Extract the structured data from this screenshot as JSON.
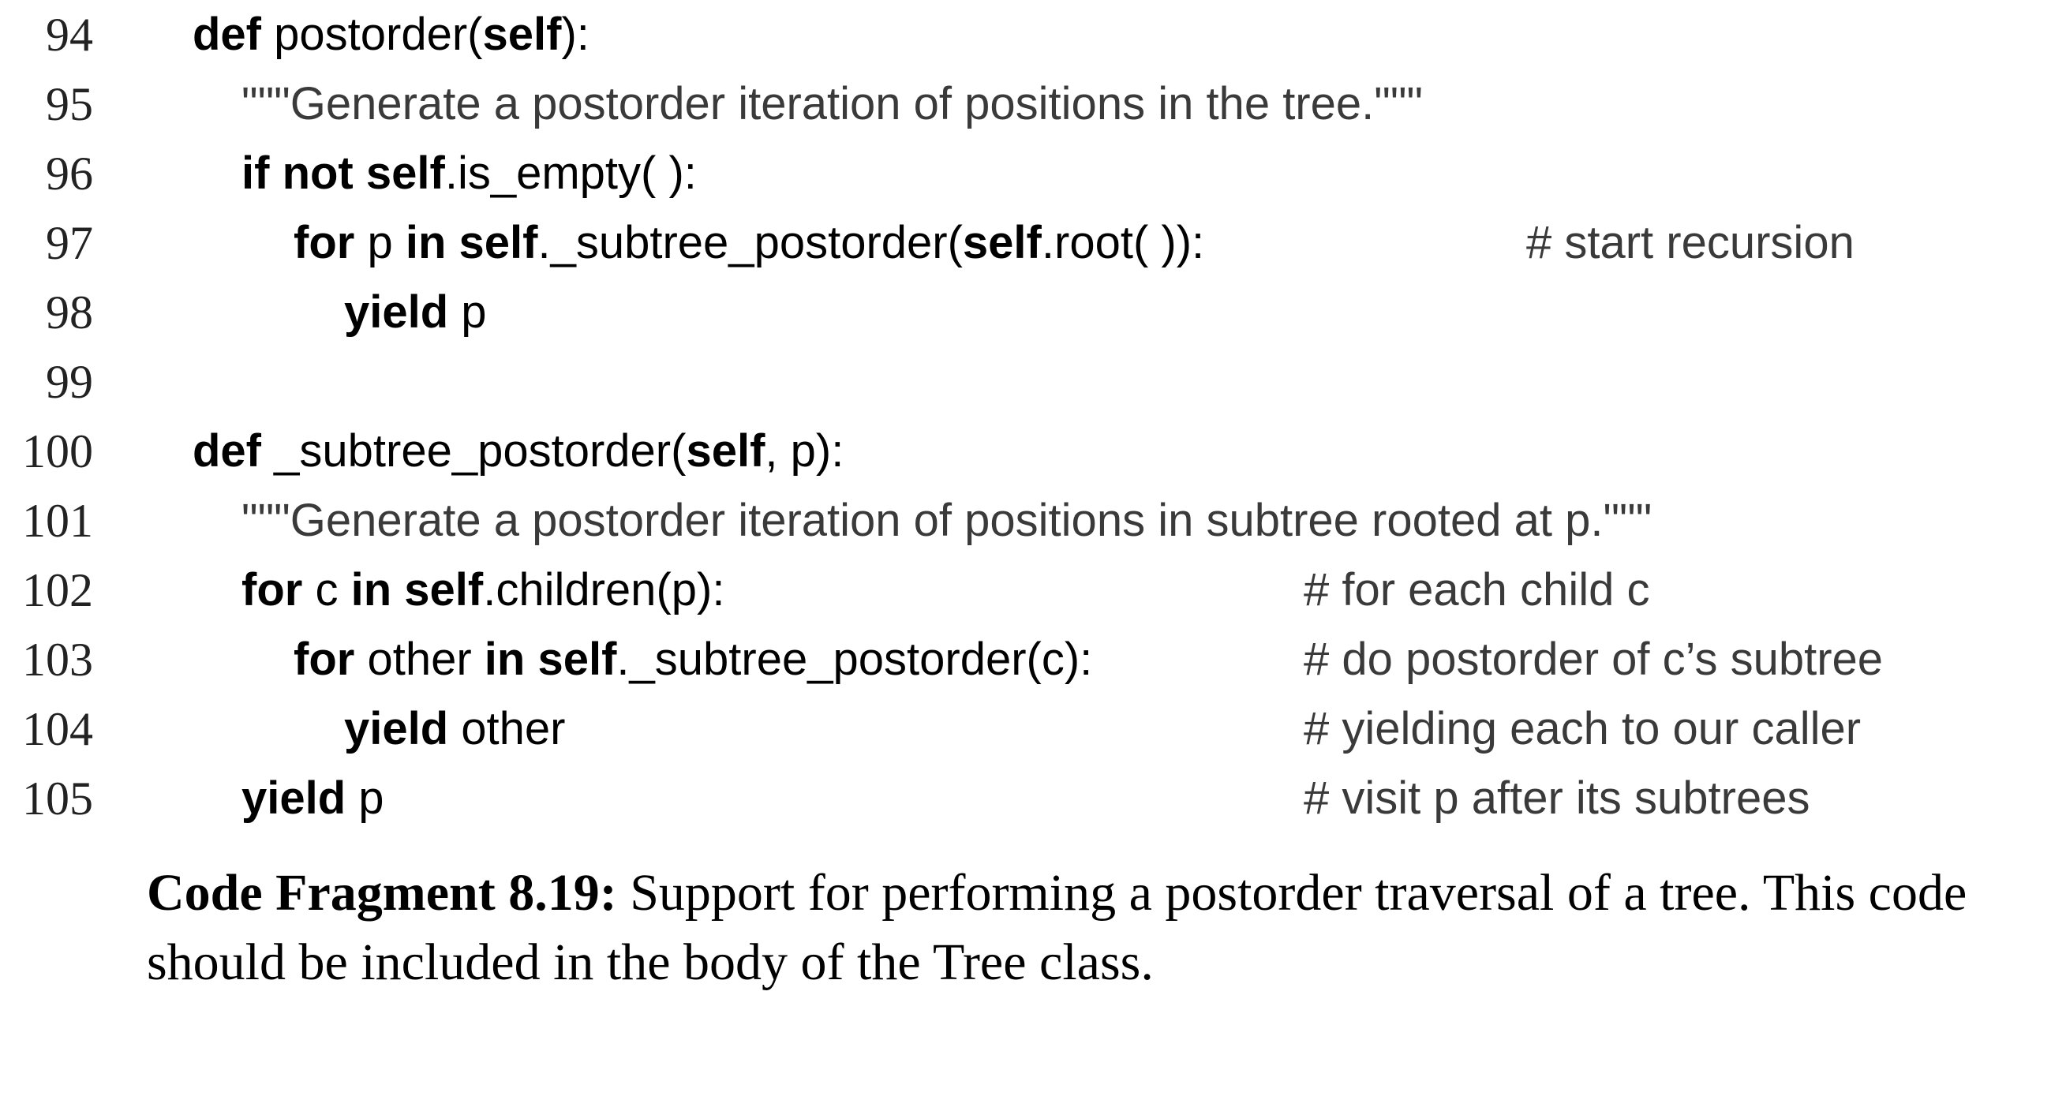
{
  "code": {
    "lines": [
      {
        "no": "94",
        "text": "def postorder(self):",
        "comment": ""
      },
      {
        "no": "95",
        "text": "\"\"\"Generate a postorder iteration of positions in the tree.\"\"\"",
        "comment": ""
      },
      {
        "no": "96",
        "text": "if not self.is_empty( ):",
        "comment": ""
      },
      {
        "no": "97",
        "text": "for p in self._subtree_postorder(self.root( )):",
        "comment": "# start recursion"
      },
      {
        "no": "98",
        "text": "yield p",
        "comment": ""
      },
      {
        "no": "99",
        "text": "",
        "comment": ""
      },
      {
        "no": "100",
        "text": "def _subtree_postorder(self, p):",
        "comment": ""
      },
      {
        "no": "101",
        "text": "\"\"\"Generate a postorder iteration of positions in subtree rooted at p.\"\"\"",
        "comment": ""
      },
      {
        "no": "102",
        "text": "for c in self.children(p):",
        "comment": "# for each child c"
      },
      {
        "no": "103",
        "text": "for other in self._subtree_postorder(c):",
        "comment": "# do postorder of c’s subtree"
      },
      {
        "no": "104",
        "text": "yield other",
        "comment": "# yielding each to our caller"
      },
      {
        "no": "105",
        "text": "yield p",
        "comment": "# visit p after its subtrees"
      }
    ]
  },
  "caption": {
    "label": "Code Fragment 8.19:",
    "text": "Support for performing a postorder traversal of a tree. This code should be included in the body of the Tree class."
  }
}
